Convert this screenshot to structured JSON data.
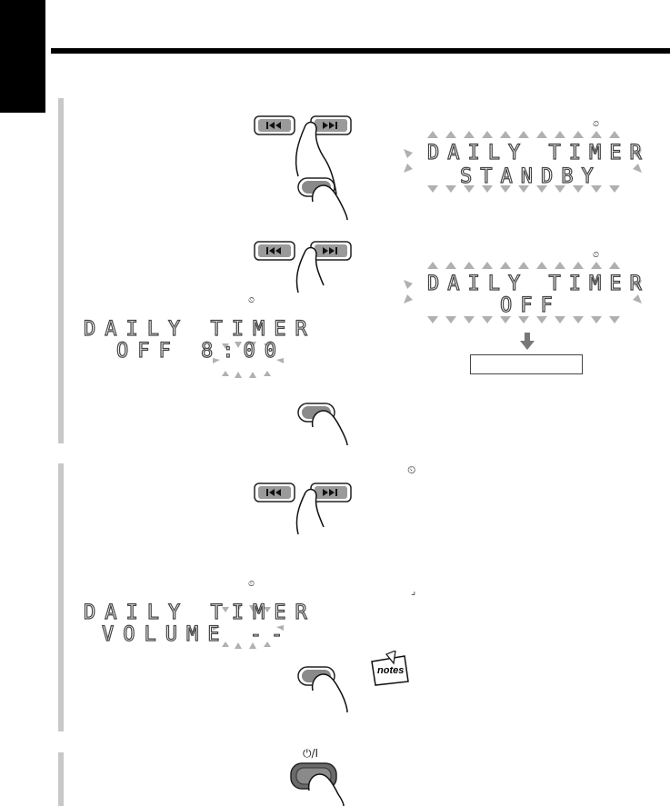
{
  "display_daily_standby": {
    "line1": "DAILY TIMER",
    "line2": "STANDBY"
  },
  "display_daily_off": {
    "line1": "DAILY TIMER",
    "line2": "OFF"
  },
  "display_off_time": {
    "line1": "DAILY TIMER",
    "line2": "OFF 8:00"
  },
  "display_volume": {
    "line1": "DAILY TIMER",
    "line2": "VOLUME --"
  },
  "power_button": {
    "label": "⏻/I"
  },
  "clock_symbol": "⏲",
  "bracket_mark": "⌟",
  "notes": {
    "label": "notes"
  },
  "colors": {
    "rule": "#000000",
    "step_bar": "#c8c8c8",
    "button": "#888888"
  },
  "icons": [
    "prev-skip-icon",
    "next-skip-icon",
    "finger-press-icon",
    "clock-icon",
    "power-icon",
    "down-arrow-icon",
    "notes-icon"
  ]
}
